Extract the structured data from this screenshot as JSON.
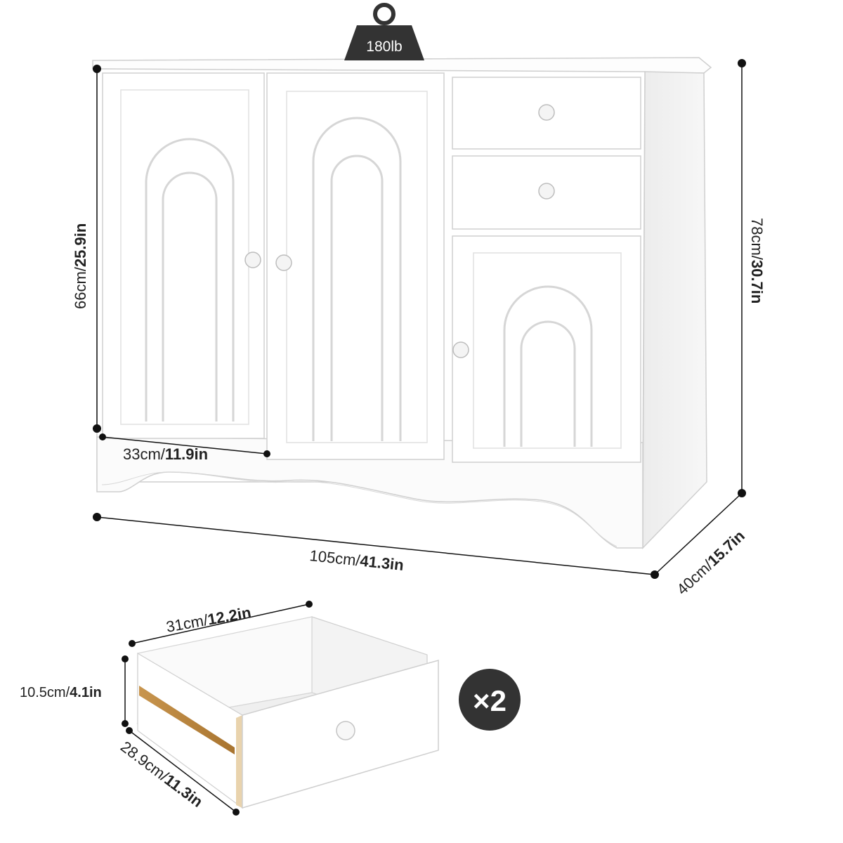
{
  "weight_badge": {
    "label": "180lb"
  },
  "dimensions": {
    "cabinet_height": {
      "cm": "66cm",
      "in": "25.9in"
    },
    "total_height": {
      "cm": "78cm",
      "in": "30.7in"
    },
    "door_width": {
      "cm": "33cm",
      "in": "11.9in"
    },
    "total_width": {
      "cm": "105cm",
      "in": "41.3in"
    },
    "depth": {
      "cm": "40cm",
      "in": "15.7in"
    },
    "drawer_width": {
      "cm": "31cm",
      "in": "12.2in"
    },
    "drawer_height": {
      "cm": "10.5cm",
      "in": "4.1in"
    },
    "drawer_depth": {
      "cm": "28.9cm",
      "in": "11.3in"
    }
  },
  "quantity_badge": {
    "label": "×2"
  },
  "colors": {
    "cabinet": "#ffffff",
    "outline": "#c9c9c9",
    "badge": "#333333",
    "text": "#222222"
  }
}
